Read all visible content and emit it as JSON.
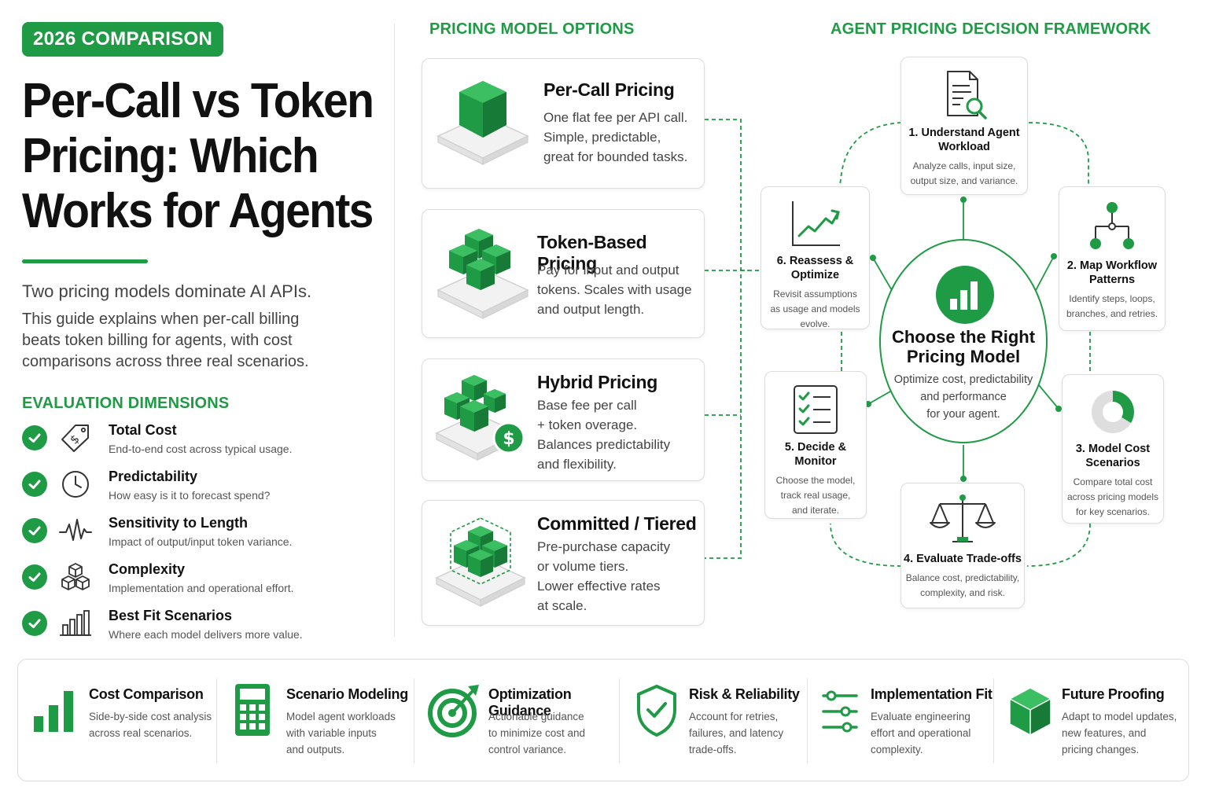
{
  "left": {
    "badge": "2026 COMPARISON",
    "title_lines": [
      "Per-Call vs Token",
      "Pricing: Which",
      "Works for Agents"
    ],
    "intro_lead": "Two pricing models dominate AI APIs.",
    "intro_body_lines": [
      "This guide explains when per-call billing",
      "beats token billing for agents, with cost",
      "comparisons across three real scenarios."
    ],
    "eval_heading": "EVALUATION DIMENSIONS",
    "dimensions": [
      {
        "icon": "price-tag-icon",
        "title": "Total Cost",
        "desc": "End-to-end cost across typical usage."
      },
      {
        "icon": "clock-icon",
        "title": "Predictability",
        "desc": "How easy is it to forecast spend?"
      },
      {
        "icon": "waveform-icon",
        "title": "Sensitivity to Length",
        "desc": "Impact of output/input token variance."
      },
      {
        "icon": "cubes-icon",
        "title": "Complexity",
        "desc": "Implementation and operational effort."
      },
      {
        "icon": "bar-chart-icon",
        "title": "Best Fit Scenarios",
        "desc": "Where each model delivers more value."
      }
    ]
  },
  "pricing": {
    "heading": "PRICING MODEL OPTIONS",
    "cards": [
      {
        "icon": "single-cube-icon",
        "title": "Per-Call Pricing",
        "desc_lines": [
          "One flat fee per API call.",
          "Simple, predictable,",
          "great for bounded tasks."
        ]
      },
      {
        "icon": "cube-cluster-icon",
        "title": "Token-Based Pricing",
        "desc_lines": [
          "Pay for input and output",
          "tokens. Scales with usage",
          "and output length."
        ]
      },
      {
        "icon": "cubes-dollar-icon",
        "title": "Hybrid Pricing",
        "desc_lines": [
          "Base fee per call",
          "+ token overage.",
          "Balances predictability",
          "and flexibility."
        ]
      },
      {
        "icon": "cubes-dashed-icon",
        "title": "Committed / Tiered",
        "desc_lines": [
          "Pre-purchase capacity",
          "or volume tiers.",
          "Lower effective rates",
          "at scale."
        ]
      }
    ]
  },
  "framework": {
    "heading": "AGENT PRICING DECISION FRAMEWORK",
    "center": {
      "icon": "bar-chart-circle-icon",
      "title_lines": [
        "Choose the Right",
        "Pricing Model"
      ],
      "desc_lines": [
        "Optimize cost, predictability",
        "and performance",
        "for your agent."
      ]
    },
    "steps": [
      {
        "icon": "document-search-icon",
        "title_lines": [
          "1. Understand Agent",
          "Workload"
        ],
        "desc_lines": [
          "Analyze calls, input size,",
          "output size, and variance."
        ]
      },
      {
        "icon": "workflow-icon",
        "title_lines": [
          "2. Map Workflow",
          "Patterns"
        ],
        "desc_lines": [
          "Identify steps, loops,",
          "branches, and retries."
        ]
      },
      {
        "icon": "pie-chart-icon",
        "title_lines": [
          "3. Model Cost",
          "Scenarios"
        ],
        "desc_lines": [
          "Compare total cost",
          "across pricing models",
          "for key scenarios."
        ]
      },
      {
        "icon": "scales-icon",
        "title_lines": [
          "4. Evaluate Trade-offs"
        ],
        "desc_lines": [
          "Balance cost, predictability,",
          "complexity, and risk."
        ]
      },
      {
        "icon": "checklist-icon",
        "title_lines": [
          "5. Decide & Monitor"
        ],
        "desc_lines": [
          "Choose the model,",
          "track real usage,",
          "and iterate."
        ]
      },
      {
        "icon": "trend-chart-icon",
        "title_lines": [
          "6. Reassess & Optimize"
        ],
        "desc_lines": [
          "Revisit assumptions",
          "as usage and models",
          "evolve."
        ]
      }
    ]
  },
  "bottom": [
    {
      "icon": "bar-chart-icon",
      "title": "Cost Comparison",
      "desc_lines": [
        "Side-by-side cost analysis",
        "across real scenarios."
      ]
    },
    {
      "icon": "calculator-icon",
      "title": "Scenario Modeling",
      "desc_lines": [
        "Model agent workloads",
        "with variable inputs",
        "and outputs."
      ]
    },
    {
      "icon": "target-icon",
      "title": "Optimization Guidance",
      "desc_lines": [
        "Actionable guidance",
        "to minimize cost and",
        "control variance."
      ]
    },
    {
      "icon": "shield-check-icon",
      "title": "Risk & Reliability",
      "desc_lines": [
        "Account for retries,",
        "failures, and latency",
        "trade-offs."
      ]
    },
    {
      "icon": "sliders-icon",
      "title": "Implementation Fit",
      "desc_lines": [
        "Evaluate engineering",
        "effort and operational",
        "complexity."
      ]
    },
    {
      "icon": "cube-icon",
      "title": "Future Proofing",
      "desc_lines": [
        "Adapt to model updates,",
        "new features, and",
        "pricing changes."
      ]
    }
  ],
  "colors": {
    "accent": "#1f9a45",
    "accent_dark": "#187a37",
    "accent_light": "#3cbf62"
  }
}
